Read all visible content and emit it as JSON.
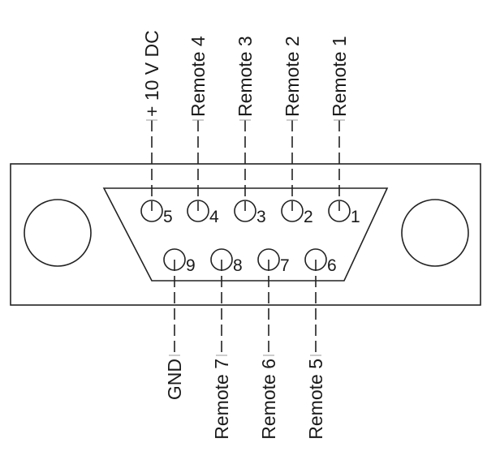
{
  "colors": {
    "line": "#222222",
    "text": "#1a1a1a",
    "background": "#ffffff"
  },
  "connector": {
    "top_row": [
      {
        "pin": "5",
        "signal": "+ 10 V DC"
      },
      {
        "pin": "4",
        "signal": "Remote 4"
      },
      {
        "pin": "3",
        "signal": "Remote 3"
      },
      {
        "pin": "2",
        "signal": "Remote 2"
      },
      {
        "pin": "1",
        "signal": "Remote 1"
      }
    ],
    "bottom_row": [
      {
        "pin": "9",
        "signal": "GND"
      },
      {
        "pin": "8",
        "signal": "Remote 7"
      },
      {
        "pin": "7",
        "signal": "Remote 6"
      },
      {
        "pin": "6",
        "signal": "Remote 5"
      }
    ]
  }
}
